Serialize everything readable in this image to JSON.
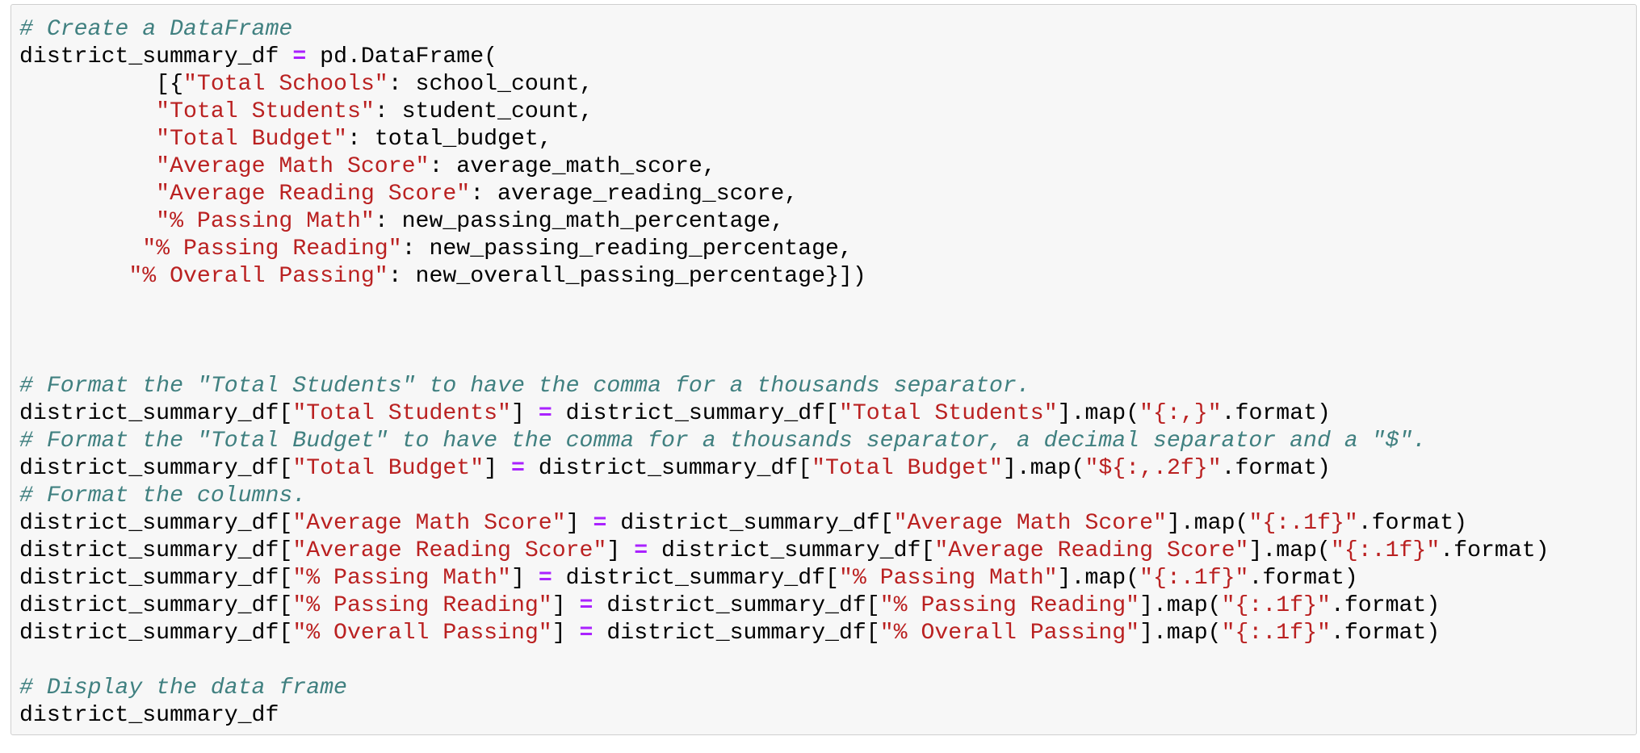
{
  "cell": {
    "language": "python",
    "colors": {
      "background": "#f7f7f7",
      "border": "#cfcfcf",
      "comment": "#408080",
      "string": "#BA2121",
      "operator": "#AA22FF",
      "text": "#000000"
    },
    "lines": [
      [
        {
          "t": "c",
          "v": "# Create a DataFrame"
        }
      ],
      [
        {
          "t": "n",
          "v": "district_summary_df "
        },
        {
          "t": "o",
          "v": "="
        },
        {
          "t": "n",
          "v": " pd.DataFrame("
        }
      ],
      [
        {
          "t": "n",
          "v": "          [{"
        },
        {
          "t": "s",
          "v": "\"Total Schools\""
        },
        {
          "t": "n",
          "v": ": school_count,"
        }
      ],
      [
        {
          "t": "n",
          "v": "          "
        },
        {
          "t": "s",
          "v": "\"Total Students\""
        },
        {
          "t": "n",
          "v": ": student_count,"
        }
      ],
      [
        {
          "t": "n",
          "v": "          "
        },
        {
          "t": "s",
          "v": "\"Total Budget\""
        },
        {
          "t": "n",
          "v": ": total_budget,"
        }
      ],
      [
        {
          "t": "n",
          "v": "          "
        },
        {
          "t": "s",
          "v": "\"Average Math Score\""
        },
        {
          "t": "n",
          "v": ": average_math_score,"
        }
      ],
      [
        {
          "t": "n",
          "v": "          "
        },
        {
          "t": "s",
          "v": "\"Average Reading Score\""
        },
        {
          "t": "n",
          "v": ": average_reading_score,"
        }
      ],
      [
        {
          "t": "n",
          "v": "          "
        },
        {
          "t": "s",
          "v": "\"% Passing Math\""
        },
        {
          "t": "n",
          "v": ": new_passing_math_percentage,"
        }
      ],
      [
        {
          "t": "n",
          "v": "         "
        },
        {
          "t": "s",
          "v": "\"% Passing Reading\""
        },
        {
          "t": "n",
          "v": ": new_passing_reading_percentage,"
        }
      ],
      [
        {
          "t": "n",
          "v": "        "
        },
        {
          "t": "s",
          "v": "\"% Overall Passing\""
        },
        {
          "t": "n",
          "v": ": new_overall_passing_percentage}])"
        }
      ],
      [],
      [],
      [],
      [
        {
          "t": "c",
          "v": "# Format the \"Total Students\" to have the comma for a thousands separator."
        }
      ],
      [
        {
          "t": "n",
          "v": "district_summary_df["
        },
        {
          "t": "s",
          "v": "\"Total Students\""
        },
        {
          "t": "n",
          "v": "] "
        },
        {
          "t": "o",
          "v": "="
        },
        {
          "t": "n",
          "v": " district_summary_df["
        },
        {
          "t": "s",
          "v": "\"Total Students\""
        },
        {
          "t": "n",
          "v": "].map("
        },
        {
          "t": "s",
          "v": "\"{:,}\""
        },
        {
          "t": "n",
          "v": ".format)"
        }
      ],
      [
        {
          "t": "c",
          "v": "# Format the \"Total Budget\" to have the comma for a thousands separator, a decimal separator and a \"$\"."
        }
      ],
      [
        {
          "t": "n",
          "v": "district_summary_df["
        },
        {
          "t": "s",
          "v": "\"Total Budget\""
        },
        {
          "t": "n",
          "v": "] "
        },
        {
          "t": "o",
          "v": "="
        },
        {
          "t": "n",
          "v": " district_summary_df["
        },
        {
          "t": "s",
          "v": "\"Total Budget\""
        },
        {
          "t": "n",
          "v": "].map("
        },
        {
          "t": "s",
          "v": "\"${:,.2f}\""
        },
        {
          "t": "n",
          "v": ".format)"
        }
      ],
      [
        {
          "t": "c",
          "v": "# Format the columns."
        }
      ],
      [
        {
          "t": "n",
          "v": "district_summary_df["
        },
        {
          "t": "s",
          "v": "\"Average Math Score\""
        },
        {
          "t": "n",
          "v": "] "
        },
        {
          "t": "o",
          "v": "="
        },
        {
          "t": "n",
          "v": " district_summary_df["
        },
        {
          "t": "s",
          "v": "\"Average Math Score\""
        },
        {
          "t": "n",
          "v": "].map("
        },
        {
          "t": "s",
          "v": "\"{:.1f}\""
        },
        {
          "t": "n",
          "v": ".format)"
        }
      ],
      [
        {
          "t": "n",
          "v": "district_summary_df["
        },
        {
          "t": "s",
          "v": "\"Average Reading Score\""
        },
        {
          "t": "n",
          "v": "] "
        },
        {
          "t": "o",
          "v": "="
        },
        {
          "t": "n",
          "v": " district_summary_df["
        },
        {
          "t": "s",
          "v": "\"Average Reading Score\""
        },
        {
          "t": "n",
          "v": "].map("
        },
        {
          "t": "s",
          "v": "\"{:.1f}\""
        },
        {
          "t": "n",
          "v": ".format)"
        }
      ],
      [
        {
          "t": "n",
          "v": "district_summary_df["
        },
        {
          "t": "s",
          "v": "\"% Passing Math\""
        },
        {
          "t": "n",
          "v": "] "
        },
        {
          "t": "o",
          "v": "="
        },
        {
          "t": "n",
          "v": " district_summary_df["
        },
        {
          "t": "s",
          "v": "\"% Passing Math\""
        },
        {
          "t": "n",
          "v": "].map("
        },
        {
          "t": "s",
          "v": "\"{:.1f}\""
        },
        {
          "t": "n",
          "v": ".format)"
        }
      ],
      [
        {
          "t": "n",
          "v": "district_summary_df["
        },
        {
          "t": "s",
          "v": "\"% Passing Reading\""
        },
        {
          "t": "n",
          "v": "] "
        },
        {
          "t": "o",
          "v": "="
        },
        {
          "t": "n",
          "v": " district_summary_df["
        },
        {
          "t": "s",
          "v": "\"% Passing Reading\""
        },
        {
          "t": "n",
          "v": "].map("
        },
        {
          "t": "s",
          "v": "\"{:.1f}\""
        },
        {
          "t": "n",
          "v": ".format)"
        }
      ],
      [
        {
          "t": "n",
          "v": "district_summary_df["
        },
        {
          "t": "s",
          "v": "\"% Overall Passing\""
        },
        {
          "t": "n",
          "v": "] "
        },
        {
          "t": "o",
          "v": "="
        },
        {
          "t": "n",
          "v": " district_summary_df["
        },
        {
          "t": "s",
          "v": "\"% Overall Passing\""
        },
        {
          "t": "n",
          "v": "].map("
        },
        {
          "t": "s",
          "v": "\"{:.1f}\""
        },
        {
          "t": "n",
          "v": ".format)"
        }
      ],
      [],
      [
        {
          "t": "c",
          "v": "# Display the data frame"
        }
      ],
      [
        {
          "t": "n",
          "v": "district_summary_df"
        }
      ]
    ]
  }
}
